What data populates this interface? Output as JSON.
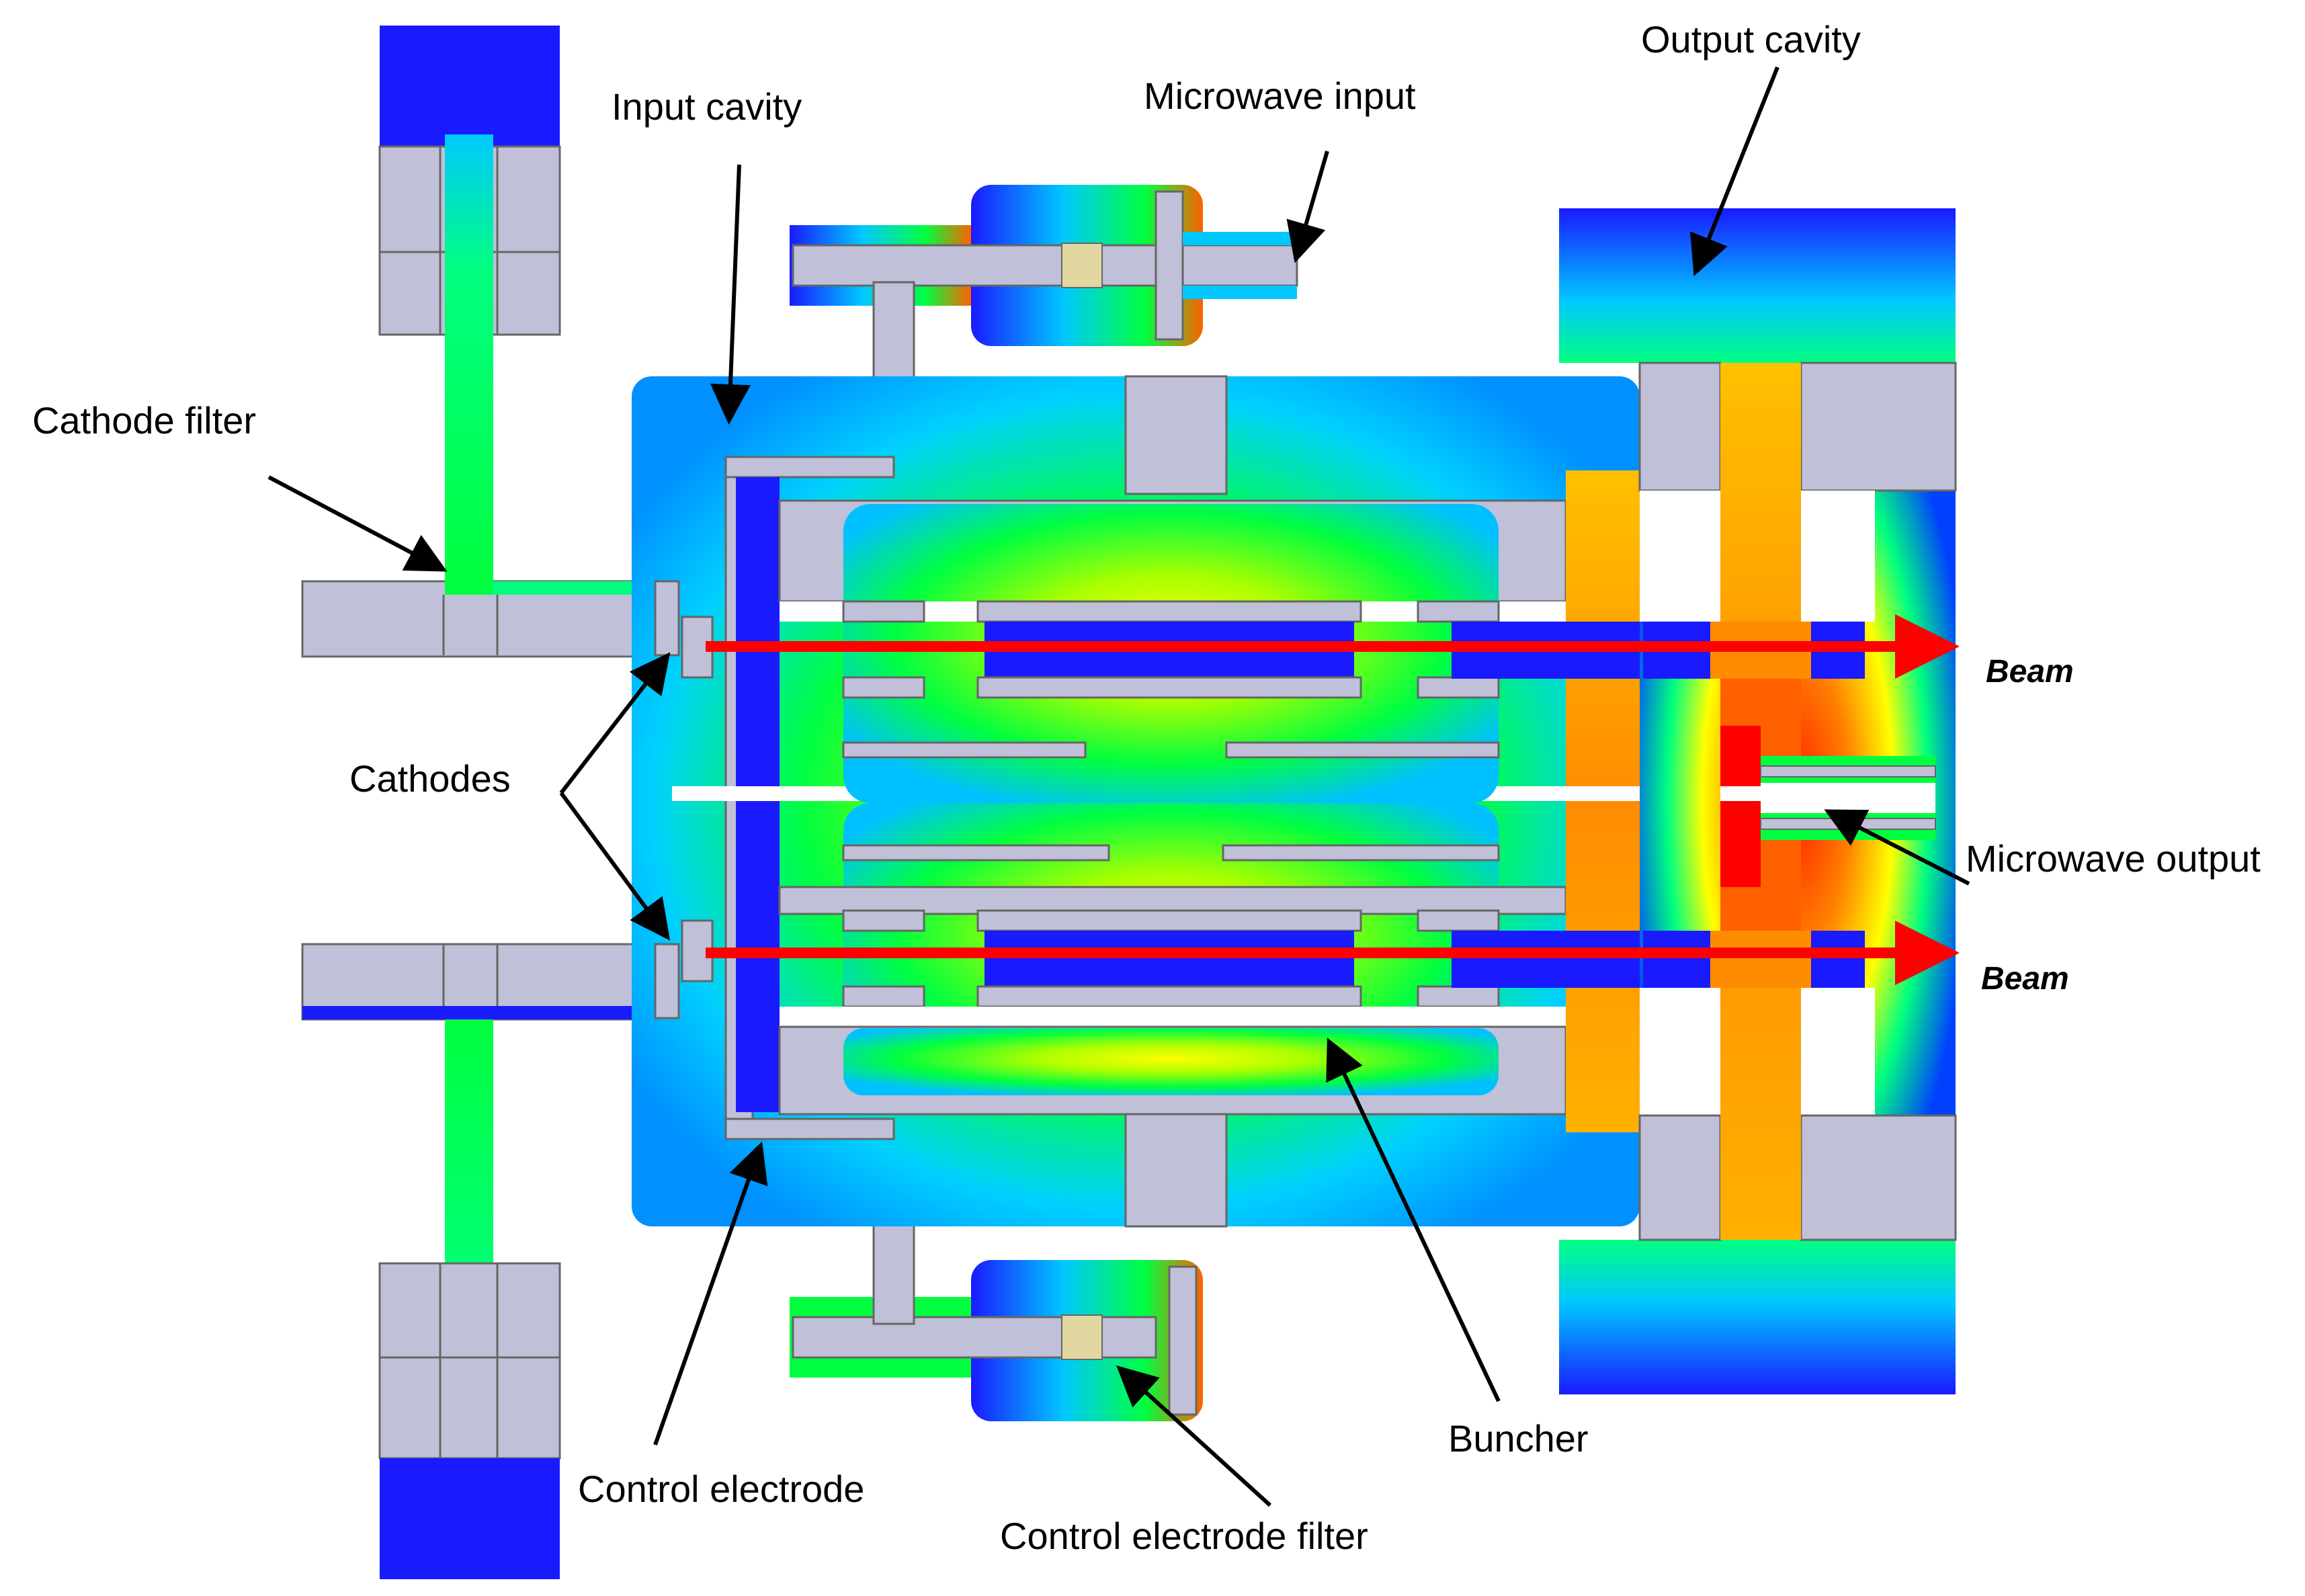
{
  "labels": {
    "cathode_filter": "Cathode filter",
    "input_cavity": "Input cavity",
    "microwave_input": "Microwave input",
    "output_cavity": "Output cavity",
    "beam_top": "Beam",
    "beam_bottom": "Beam",
    "cathodes": "Cathodes",
    "microwave_output": "Microwave output",
    "buncher": "Buncher",
    "control_electrode": "Control electrode",
    "control_electrode_filter": "Control electrode filter"
  },
  "colors": {
    "field_low": "#1a1aff",
    "field_cyan": "#00c8ff",
    "field_green": "#00ff00",
    "field_lime": "#aaff00",
    "field_yellow": "#ffff00",
    "field_orange": "#ffa500",
    "field_red": "#ff0000",
    "metal": "#c0c0d8",
    "beam_arrow": "#ff0000"
  }
}
